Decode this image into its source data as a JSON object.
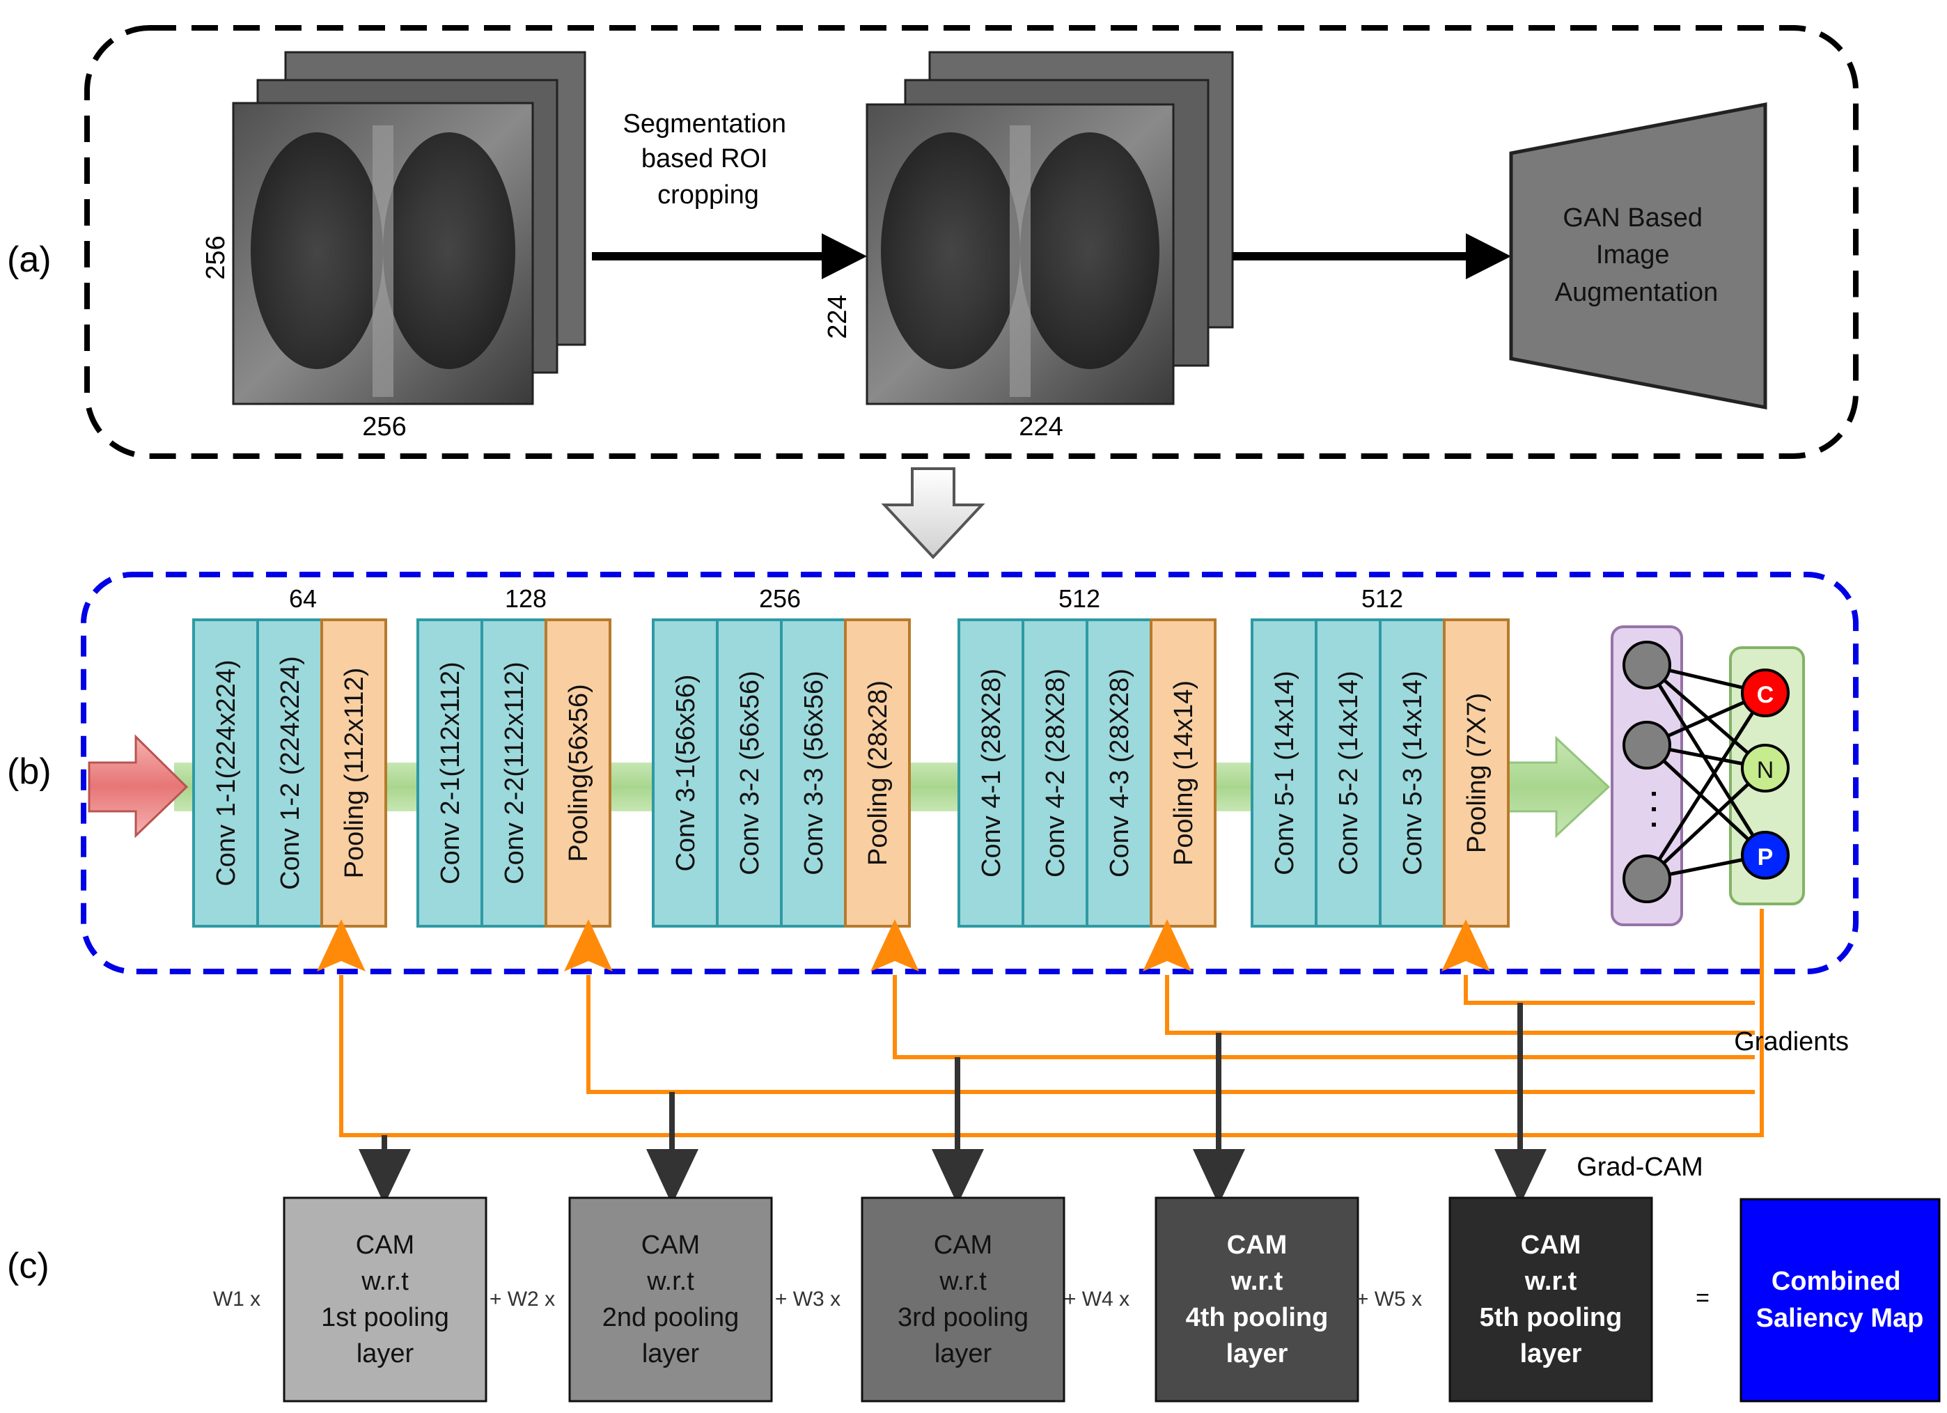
{
  "panel_labels": {
    "a": "(a)",
    "b": "(b)",
    "c": "(c)"
  },
  "section_a": {
    "input_height": "256",
    "input_width": "256",
    "crop_caption": [
      "Segmentation",
      "based ROI",
      "cropping"
    ],
    "cropped_height": "224",
    "cropped_width": "224",
    "gan_label": [
      "GAN Based",
      "Image",
      "Augmentation"
    ]
  },
  "section_b": {
    "blocks": [
      {
        "channels": "64",
        "layers": [
          "Conv 1-1(224x224)",
          "Conv 1-2 (224x224)",
          "Pooling (112x112)"
        ]
      },
      {
        "channels": "128",
        "layers": [
          "Conv 2-1(112x112)",
          "Conv 2-2(112x112)",
          "Pooling(56x56)"
        ]
      },
      {
        "channels": "256",
        "layers": [
          "Conv 3-1(56x56)",
          "Conv 3-2 (56x56)",
          "Conv 3-3 (56x56)",
          "Pooling (28x28)"
        ]
      },
      {
        "channels": "512",
        "layers": [
          "Conv 4-1 (28X28)",
          "Conv 4-2 (28X28)",
          "Conv 4-3 (28X28)",
          "Pooling (14x14)"
        ]
      },
      {
        "channels": "512",
        "layers": [
          "Conv 5-1 (14x14)",
          "Conv 5-2 (14x14)",
          "Conv 5-3 (14x14)",
          "Pooling (7X7)"
        ]
      }
    ],
    "dense_dots": ". . .",
    "outputs": [
      "C",
      "N",
      "P"
    ],
    "gradients_label": "Gradients",
    "gradcam_label": "Grad-CAM"
  },
  "section_c": {
    "cams": [
      {
        "weight": "W1 x",
        "lines": [
          "CAM",
          "w.r.t",
          "1st pooling",
          "layer"
        ]
      },
      {
        "weight": "+ W2 x",
        "lines": [
          "CAM",
          "w.r.t",
          "2nd pooling",
          "layer"
        ]
      },
      {
        "weight": "+ W3 x",
        "lines": [
          "CAM",
          "w.r.t",
          "3rd pooling",
          "layer"
        ]
      },
      {
        "weight": "+ W4 x",
        "lines": [
          "CAM",
          "w.r.t",
          "4th pooling",
          "layer"
        ]
      },
      {
        "weight": "+ W5 x",
        "lines": [
          "CAM",
          "w.r.t",
          "5th pooling",
          "layer"
        ]
      }
    ],
    "equals": "=",
    "result": [
      "Combined",
      "Saliency Map"
    ]
  },
  "colors": {
    "conv_fill": "#9cd9dc",
    "conv_stroke": "#2e9aa4",
    "pool_fill": "#f9cfa1",
    "pool_stroke": "#b77a2c",
    "flow_arrow": "#b7dca2",
    "input_arrow": "#e98585",
    "orange": "#ff8a0a",
    "gan_fill": "#7a7a7a",
    "cam_fills": [
      "#b1b1b1",
      "#8c8c8c",
      "#707070",
      "#4a4a4a",
      "#2b2b2b"
    ],
    "result_fill": "#0000ff",
    "out_c": "#ff0000",
    "out_n": "#c6ec8e",
    "out_p": "#0026ff"
  }
}
